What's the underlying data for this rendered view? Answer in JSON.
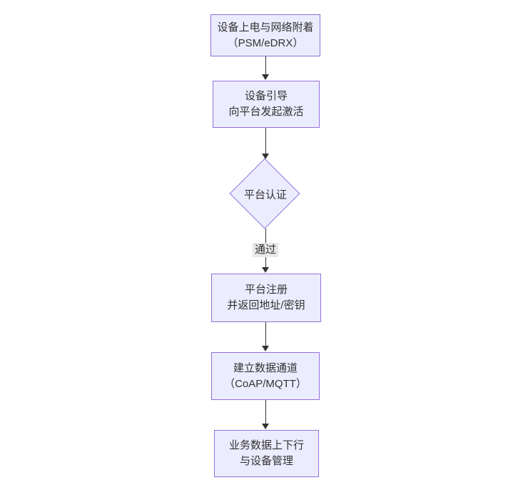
{
  "diagram": {
    "type": "flowchart-top-down",
    "colors": {
      "node_fill": "#ECECFF",
      "node_border": "#9370DB",
      "arrow": "#333333",
      "edge_label_bg": "#e8e8e8",
      "text": "#333333",
      "background": "#ffffff"
    },
    "nodes": [
      {
        "id": "A",
        "shape": "rect",
        "lines": [
          "设备上电与网络附着",
          "（PSM/eDRX）"
        ]
      },
      {
        "id": "B",
        "shape": "rect",
        "lines": [
          "设备引导",
          "向平台发起激活"
        ]
      },
      {
        "id": "C",
        "shape": "diamond",
        "lines": [
          "平台认证"
        ]
      },
      {
        "id": "D",
        "shape": "rect",
        "lines": [
          "平台注册",
          "并返回地址/密钥"
        ]
      },
      {
        "id": "E",
        "shape": "rect",
        "lines": [
          "建立数据通道",
          "（CoAP/MQTT）"
        ]
      },
      {
        "id": "F",
        "shape": "rect",
        "lines": [
          "业务数据上下行",
          "与设备管理"
        ]
      }
    ],
    "edges": [
      {
        "from": "A",
        "to": "B",
        "label": ""
      },
      {
        "from": "B",
        "to": "C",
        "label": ""
      },
      {
        "from": "C",
        "to": "D",
        "label": "通过"
      },
      {
        "from": "D",
        "to": "E",
        "label": ""
      },
      {
        "from": "E",
        "to": "F",
        "label": ""
      }
    ]
  }
}
